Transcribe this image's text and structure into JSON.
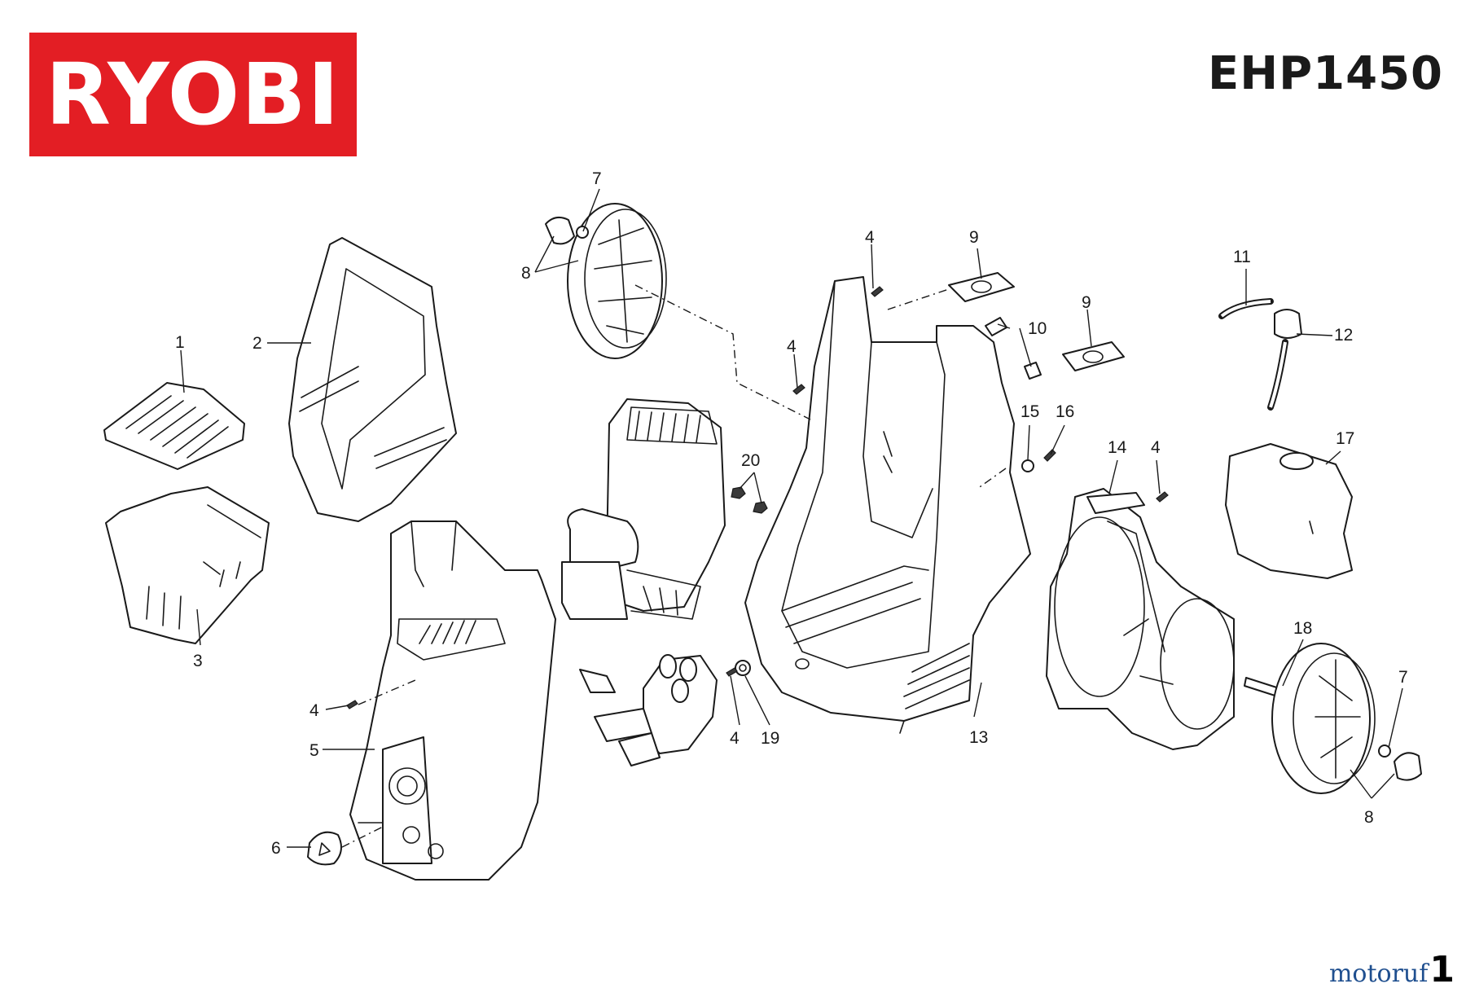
{
  "brand": {
    "logo_text": "RYOBI",
    "color": "#e31e24"
  },
  "model": "EHP1450",
  "watermark": {
    "text": "motoruf",
    "page": "1"
  },
  "callouts": {
    "c1": "1",
    "c2": "2",
    "c3": "3",
    "c4a": "4",
    "c4b": "4",
    "c4c": "4",
    "c4d": "4",
    "c4e": "4",
    "c5": "5",
    "c6": "6",
    "c7a": "7",
    "c7b": "7",
    "c8a": "8",
    "c8b": "8",
    "c9a": "9",
    "c9b": "9",
    "c10": "10",
    "c11": "11",
    "c12": "12",
    "c13": "13",
    "c14": "14",
    "c15": "15",
    "c16": "16",
    "c17": "17",
    "c18": "18",
    "c19": "19",
    "c20": "20"
  }
}
